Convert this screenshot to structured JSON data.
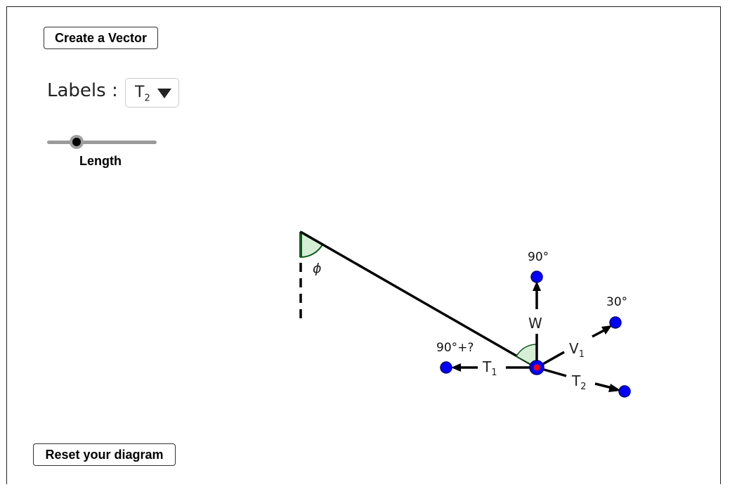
{
  "buttons": {
    "create_vector": "Create a Vector",
    "reset": "Reset your diagram"
  },
  "labels_control": {
    "label": "Labels :",
    "selected_main": "T",
    "selected_sub": "2"
  },
  "slider": {
    "label": "Length",
    "value_fraction": 0.27
  },
  "diagram": {
    "angle_phi": "ϕ",
    "vectors": [
      {
        "name": "W",
        "sub": "",
        "angle_label": "90°"
      },
      {
        "name": "V",
        "sub": "1",
        "angle_label": "30°"
      },
      {
        "name": "T",
        "sub": "1",
        "angle_label": "90°+?"
      },
      {
        "name": "T",
        "sub": "2",
        "angle_label": ""
      }
    ]
  },
  "colors": {
    "handle": "#0000ff",
    "center_dot": "#ff0000",
    "angle_fill": "#d6eed6",
    "angle_stroke": "#0f5a1a",
    "line": "#000000"
  }
}
